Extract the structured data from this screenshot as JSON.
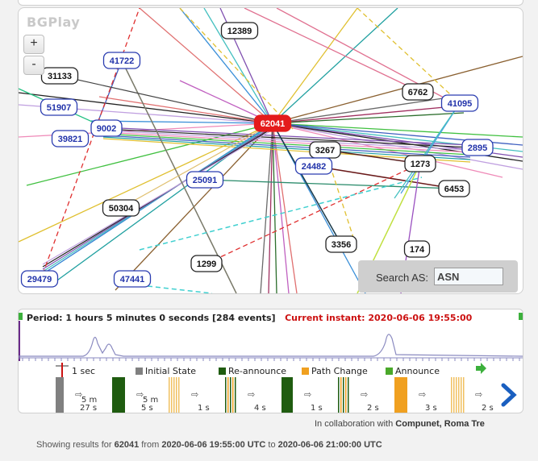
{
  "app": {
    "logo": "BGPlay"
  },
  "zoom": {
    "in_label": "+",
    "out_label": "-"
  },
  "search": {
    "label": "Search AS:",
    "value": "ASN"
  },
  "graph": {
    "selected_asn": "62041",
    "nodes": [
      {
        "id": "12389",
        "style": "plain"
      },
      {
        "id": "41722",
        "style": "blue"
      },
      {
        "id": "31133",
        "style": "plain"
      },
      {
        "id": "51907",
        "style": "blue"
      },
      {
        "id": "9002",
        "style": "blue"
      },
      {
        "id": "39821",
        "style": "blue"
      },
      {
        "id": "62041",
        "style": "selected"
      },
      {
        "id": "6762",
        "style": "plain"
      },
      {
        "id": "41095",
        "style": "blue"
      },
      {
        "id": "2895",
        "style": "blue"
      },
      {
        "id": "3267",
        "style": "plain"
      },
      {
        "id": "24482",
        "style": "blue"
      },
      {
        "id": "1273",
        "style": "plain"
      },
      {
        "id": "6453",
        "style": "plain"
      },
      {
        "id": "25091",
        "style": "blue"
      },
      {
        "id": "50304",
        "style": "plain"
      },
      {
        "id": "3356",
        "style": "plain"
      },
      {
        "id": "174",
        "style": "plain"
      },
      {
        "id": "1299",
        "style": "plain"
      },
      {
        "id": "29479",
        "style": "blue"
      },
      {
        "id": "47441",
        "style": "blue"
      }
    ]
  },
  "timeline": {
    "period_text": "Period: 1 hours 5 minutes 0 seconds [284 events]",
    "instant_text": "Current instant: 2020-06-06 19:55:00",
    "scale_label": "1 sec",
    "legend": [
      {
        "label": "Initial State",
        "color": "#808080"
      },
      {
        "label": "Re-announce",
        "color": "#1f5c10"
      },
      {
        "label": "Path Change",
        "color": "#f0a020"
      },
      {
        "label": "Announce",
        "color": "#4aa82a"
      }
    ],
    "gaps": [
      "5 m 27 s",
      "5 m 5 s",
      "1 s",
      "4 s",
      "1 s",
      "2 s",
      "3 s",
      "2 s"
    ]
  },
  "footer": {
    "collab_prefix": "In collaboration with",
    "collab_orgs": "Compunet, Roma Tre",
    "showing_prefix": "Showing results for",
    "showing_asn": "62041",
    "from_word": "from",
    "from_time": "2020-06-06 19:55:00 UTC",
    "to_word": "to",
    "to_time": "2020-06-06 21:00:00 UTC"
  },
  "colors": {
    "selected": "#e41b1b",
    "blue_node_text": "#2233aa",
    "node_border_blue": "#2a3cb0"
  }
}
